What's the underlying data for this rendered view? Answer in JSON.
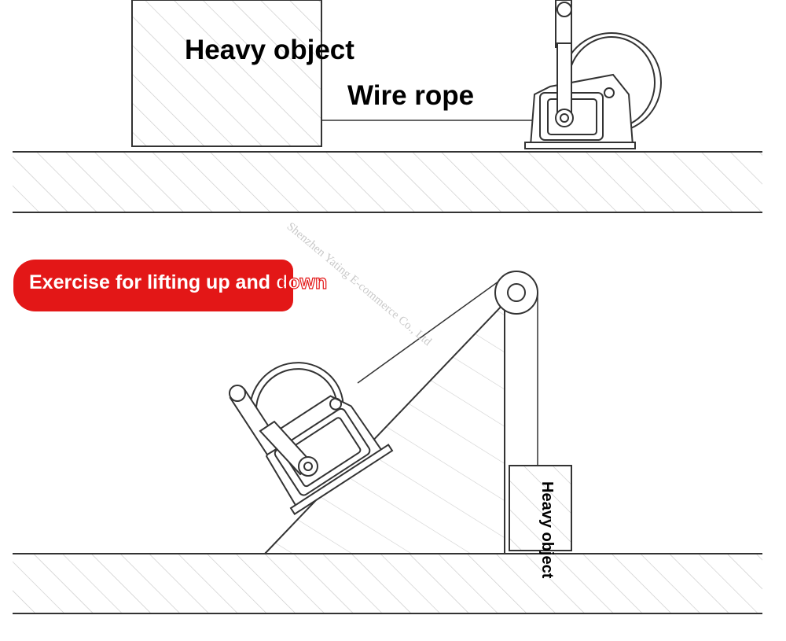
{
  "labels": {
    "heavy_object_top": "Heavy object",
    "wire_rope": "Wire rope",
    "heavy_object_bottom": "Heavy object"
  },
  "banner": {
    "text_main": "Exercise for lifting up and ",
    "text_tail": "down"
  },
  "watermark": "Shenzhen Yating E-commerce Co., Ltd",
  "colors": {
    "banner": "#e31717",
    "line": "#333333",
    "hatch": "#c8c8c8"
  }
}
